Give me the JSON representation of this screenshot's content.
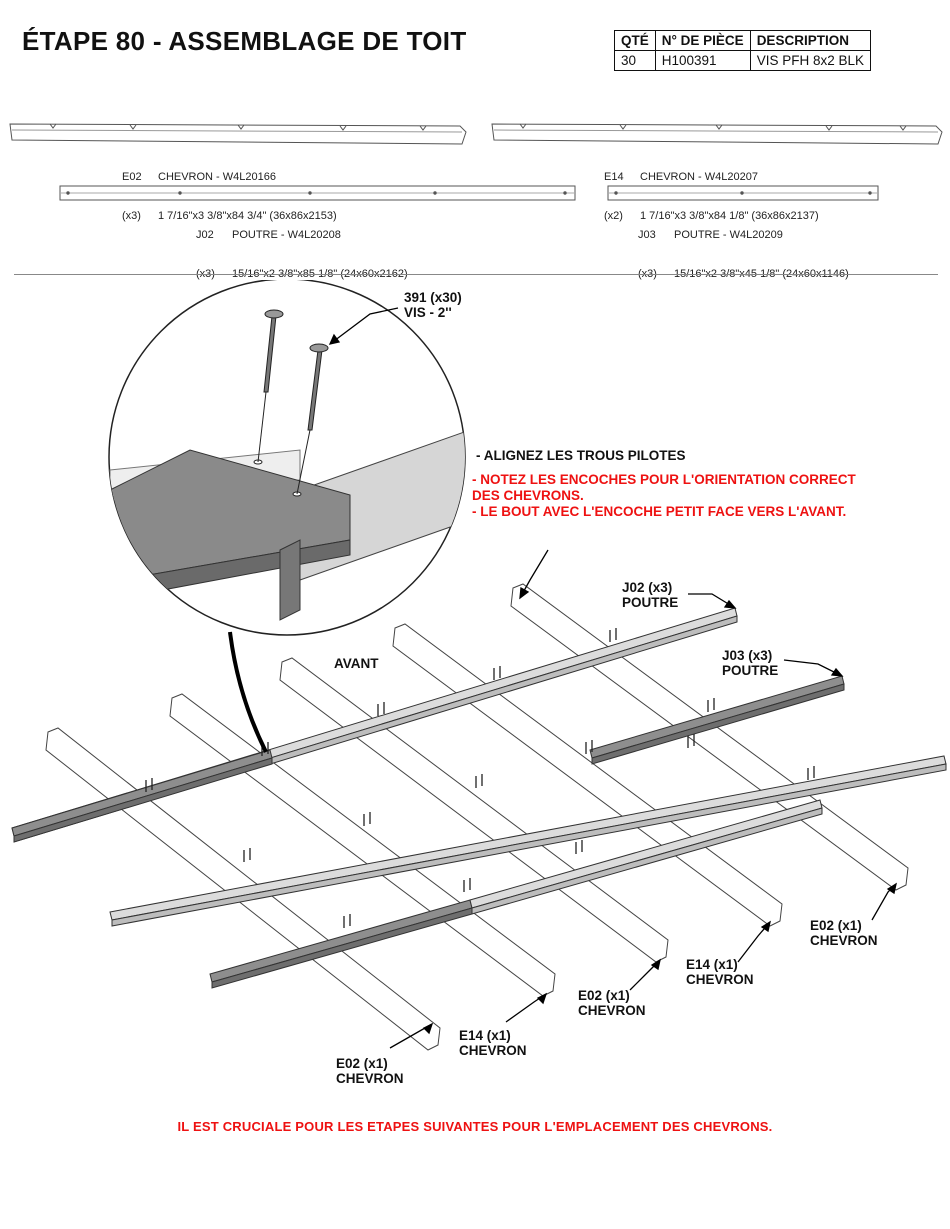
{
  "title": "ÉTAPE 80 - ASSEMBLAGE DE TOIT",
  "parts_table": {
    "headers": [
      "QTÉ",
      "N° DE PIÈCE",
      "DESCRIPTION"
    ],
    "rows": [
      [
        "30",
        "H100391",
        "VIS PFH 8x2 BLK"
      ]
    ]
  },
  "pieces": {
    "e02": {
      "code": "E02",
      "qty": "(x3)",
      "name": "CHEVRON - W4L20166",
      "dims": "1 7/16\"x3 3/8\"x84 3/4\" (36x86x2153)"
    },
    "e14": {
      "code": "E14",
      "qty": "(x2)",
      "name": "CHEVRON - W4L20207",
      "dims": "1 7/16\"x3 3/8\"x84 1/8\" (36x86x2137)"
    },
    "j02": {
      "code": "J02",
      "qty": "(x3)",
      "name": "POUTRE - W4L20208",
      "dims": "15/16\"x2 3/8\"x85 1/8\" (24x60x2162)"
    },
    "j03": {
      "code": "J03",
      "qty": "(x3)",
      "name": "POUTRE - W4L20209",
      "dims": "15/16\"x2 3/8\"x45 1/8\" (24x60x1146)"
    }
  },
  "screw_callout": {
    "line1": "391 (x30)",
    "line2": "VIS - 2''"
  },
  "notes": {
    "align": "- ALIGNEZ LES TROUS PILOTES",
    "red1a": "- NOTEZ LES ENCOCHES POUR L'ORIENTATION CORRECT",
    "red1b": "DES CHEVRONS.",
    "red2": "- LE BOUT AVEC L'ENCOCHE PETIT FACE VERS L'AVANT."
  },
  "labels": {
    "avant": "AVANT",
    "j02": {
      "line1": "J02 (x3)",
      "line2": "POUTRE"
    },
    "j03": {
      "line1": "J03 (x3)",
      "line2": "POUTRE"
    },
    "e02_a": {
      "line1": "E02 (x1)",
      "line2": "CHEVRON"
    },
    "e14_a": {
      "line1": "E14 (x1)",
      "line2": "CHEVRON"
    },
    "e02_b": {
      "line1": "E02 (x1)",
      "line2": "CHEVRON"
    },
    "e14_b": {
      "line1": "E14 (x1)",
      "line2": "CHEVRON"
    },
    "e02_c": {
      "line1": "E02 (x1)",
      "line2": "CHEVRON"
    }
  },
  "bottom_note": "IL EST CRUCIALE POUR LES ETAPES SUIVANTES POUR L'EMPLACEMENT DES CHEVRONS.",
  "colors": {
    "accent_red": "#ee1111",
    "beam_dark": "#8e8e8e",
    "beam_light": "#d9d9d9",
    "rafter": "#ffffff"
  }
}
